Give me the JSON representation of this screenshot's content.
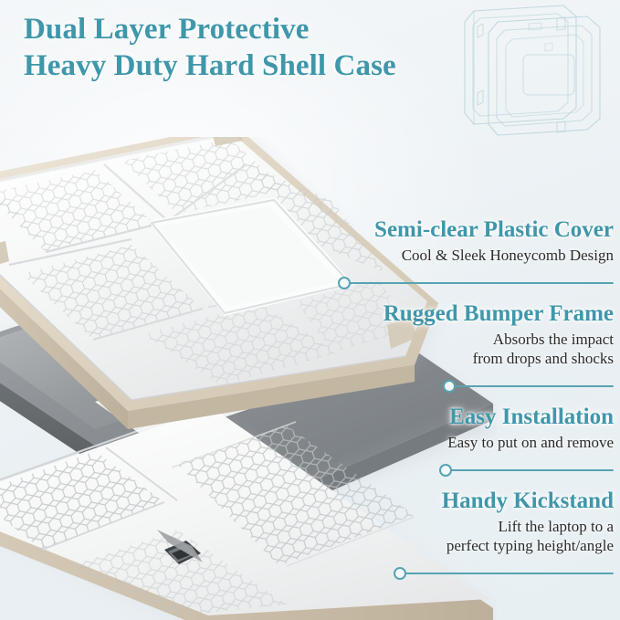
{
  "headline": {
    "line1": "Dual Layer Protective",
    "line2": "Heavy Duty Hard Shell Case"
  },
  "colors": {
    "accent_teal": "#3f97aa",
    "rule_teal": "#57a3b2",
    "subtitle_text": "#2b2b2b",
    "background_start": "#f4f7f9",
    "background_end": "#e8eef1",
    "bumper_beige": "#ddd3c2",
    "laptop_gray": "#8d9195",
    "shell_white": "#f2f3f3"
  },
  "watermark": {
    "name": "laptop-case-line-art"
  },
  "product": {
    "name": "dual-layer-laptop-case",
    "layers": [
      "semi-clear-honeycomb-top-shell",
      "beige-rugged-bumper-frame",
      "gray-laptop",
      "honeycomb-bottom-shell-with-kickstand"
    ]
  },
  "features": [
    {
      "title": "Semi-clear Plastic Cover",
      "subtitle_lines": [
        "Cool & Sleek Honeycomb Design"
      ]
    },
    {
      "title": "Rugged Bumper Frame",
      "subtitle_lines": [
        "Absorbs the impact",
        "from drops and shocks"
      ]
    },
    {
      "title": "Easy Installation",
      "subtitle_lines": [
        "Easy to put on and remove"
      ]
    },
    {
      "title": "Handy Kickstand",
      "subtitle_lines": [
        "Lift the laptop to a",
        "perfect typing height/angle"
      ]
    }
  ]
}
